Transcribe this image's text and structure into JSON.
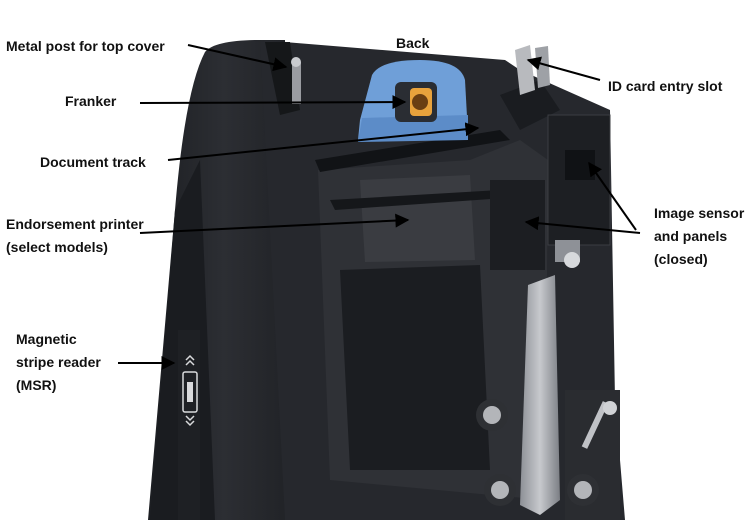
{
  "diagram": {
    "top_label": "Back",
    "labels": {
      "metal_post": [
        "Metal post for top cover"
      ],
      "franker": [
        "Franker"
      ],
      "document_track": [
        "Document track"
      ],
      "endorsement_printer": [
        "Endorsement printer",
        "(select models)"
      ],
      "msr": [
        "Magnetic",
        "stripe reader",
        "(MSR)"
      ],
      "id_card_slot": [
        "ID card entry slot"
      ],
      "image_sensor": [
        "Image sensor",
        "and panels",
        "(closed)"
      ]
    }
  },
  "colors": {
    "device_body": "#23252a",
    "device_panel": "#2f3136",
    "franker_blue": "#6f9fd8",
    "label_text": "#111111",
    "arrow": "#000000"
  }
}
